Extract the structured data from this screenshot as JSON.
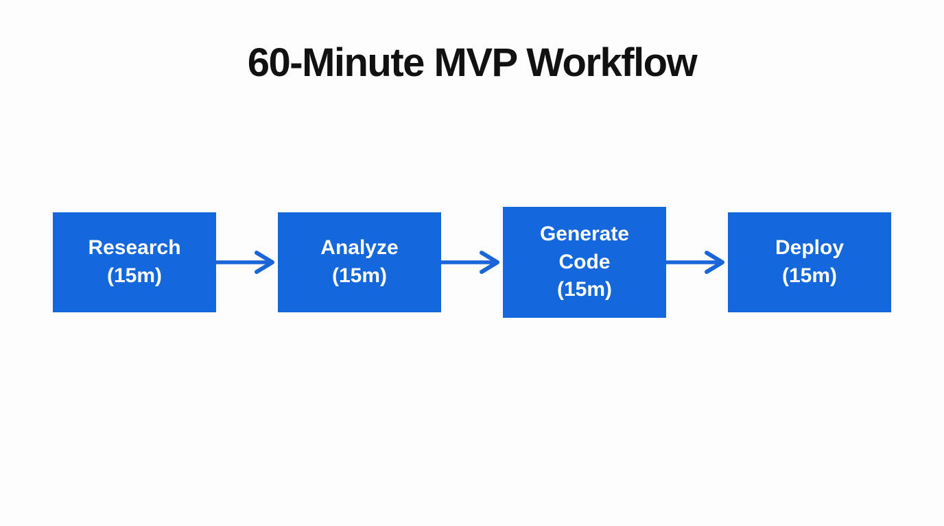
{
  "title": "60-Minute MVP Workflow",
  "steps": [
    {
      "name": "Research",
      "duration": "(15m)"
    },
    {
      "name": "Analyze",
      "duration": "(15m)"
    },
    {
      "name": "Generate Code",
      "duration": "(15m)"
    },
    {
      "name": "Deploy",
      "duration": "(15m)"
    }
  ],
  "colors": {
    "box_fill": "#1568DB",
    "arrow": "#1A66D9",
    "title": "#111111",
    "box_text": "#FFFFFF",
    "background": "#FDFDFD"
  }
}
